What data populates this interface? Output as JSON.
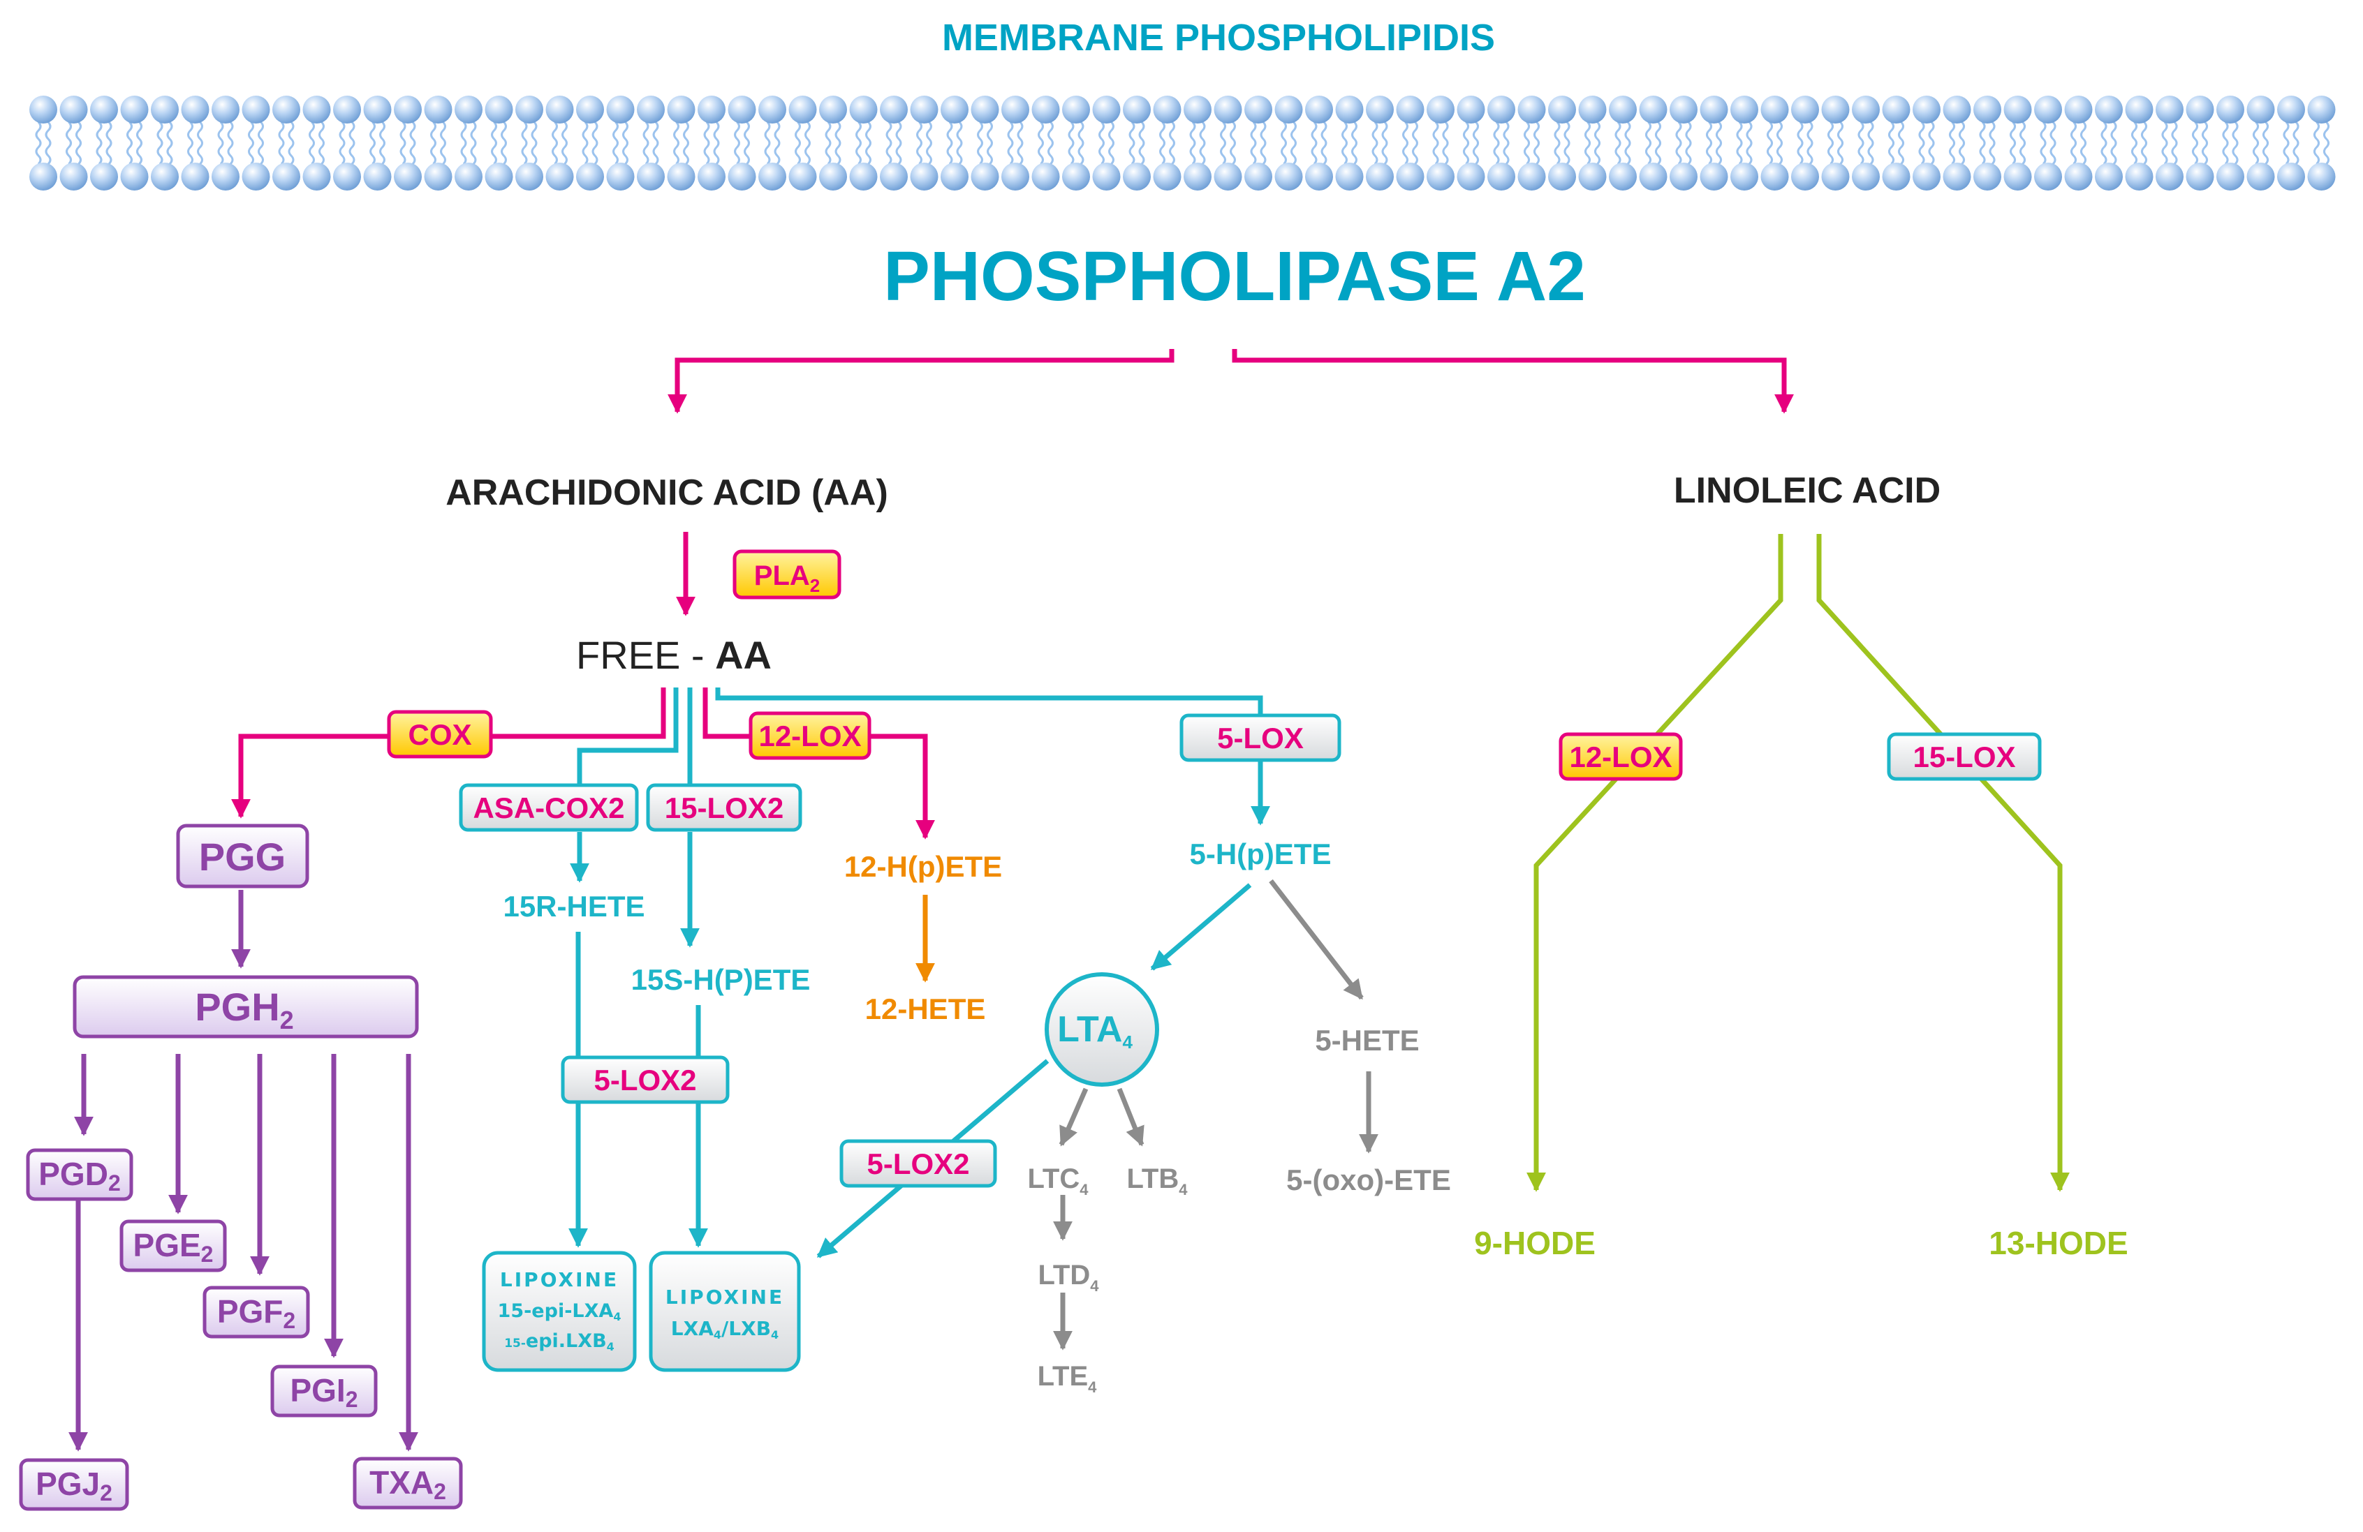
{
  "colors": {
    "magenta": "#e6007e",
    "cyan": "#1db5c8",
    "teal": "#00a3c4",
    "purple": "#8e44a6",
    "orange": "#f08a00",
    "gray": "#8c8c8c",
    "lime": "#9ec31e",
    "enzyme_yellow": "#ffd000",
    "membrane_blue": "#9cc3ee"
  },
  "membrane": {
    "title": "MEMBRANE PHOSPHOLIPIDIS"
  },
  "enzyme_main": "PHOSPHOLIPASE A2",
  "substrates": {
    "arachidonic": "ARACHIDONIC ACID (AA)",
    "linoleic": "LINOLEIC ACID"
  },
  "free_aa": {
    "prefix": "FREE - ",
    "bold": "AA"
  },
  "enzymes": {
    "pla2": {
      "base": "PLA",
      "sub": "2"
    },
    "cox": "COX",
    "lox12": "12-LOX",
    "lox5": "5-LOX",
    "asa_cox2": "ASA-COX2",
    "lox15_2": "15-LOX2",
    "lox5_2_a": "5-LOX2",
    "lox5_2_b": "5-LOX2",
    "lin_lox12": "12-LOX",
    "lin_lox15": "15-LOX"
  },
  "prostanoids": {
    "pgg": "PGG",
    "pgh2": {
      "base": "PGH",
      "sub": "2"
    },
    "pgd2": {
      "base": "PGD",
      "sub": "2"
    },
    "pge2": {
      "base": "PGE",
      "sub": "2"
    },
    "pgf2": {
      "base": "PGF",
      "sub": "2"
    },
    "pgi2": {
      "base": "PGI",
      "sub": "2"
    },
    "txa2": {
      "base": "TXA",
      "sub": "2"
    },
    "pgj2": {
      "base": "PGJ",
      "sub": "2"
    }
  },
  "metabolites": {
    "hete15r": "15R-HETE",
    "hpete15s": "15S-H(P)ETE",
    "hpete12": "12-H(p)ETE",
    "hete12": "12-HETE",
    "hpete5": "5-H(p)ETE",
    "hete5": "5-HETE",
    "oxo5": "5-(oxo)-ETE",
    "lta4": {
      "base": "LTA",
      "sub": "4"
    },
    "ltc4": {
      "base": "LTC",
      "sub": "4"
    },
    "ltb4": {
      "base": "LTB",
      "sub": "4"
    },
    "ltd4": {
      "base": "LTD",
      "sub": "4"
    },
    "lte4": {
      "base": "LTE",
      "sub": "4"
    }
  },
  "lipoxins": {
    "left": {
      "title": "LIPOXINE",
      "line1": {
        "base": "15-epi-LXA",
        "sub": "4"
      },
      "line2": {
        "pre": "15-",
        "base": "epi.LXB",
        "sub": "4"
      }
    },
    "right": {
      "title": "LIPOXINE",
      "line1": {
        "a": "LXA",
        "sub1": "4",
        "mid": "/LXB",
        "sub2": "4"
      }
    }
  },
  "hodes": {
    "hode9": "9-HODE",
    "hode13": "13-HODE"
  }
}
